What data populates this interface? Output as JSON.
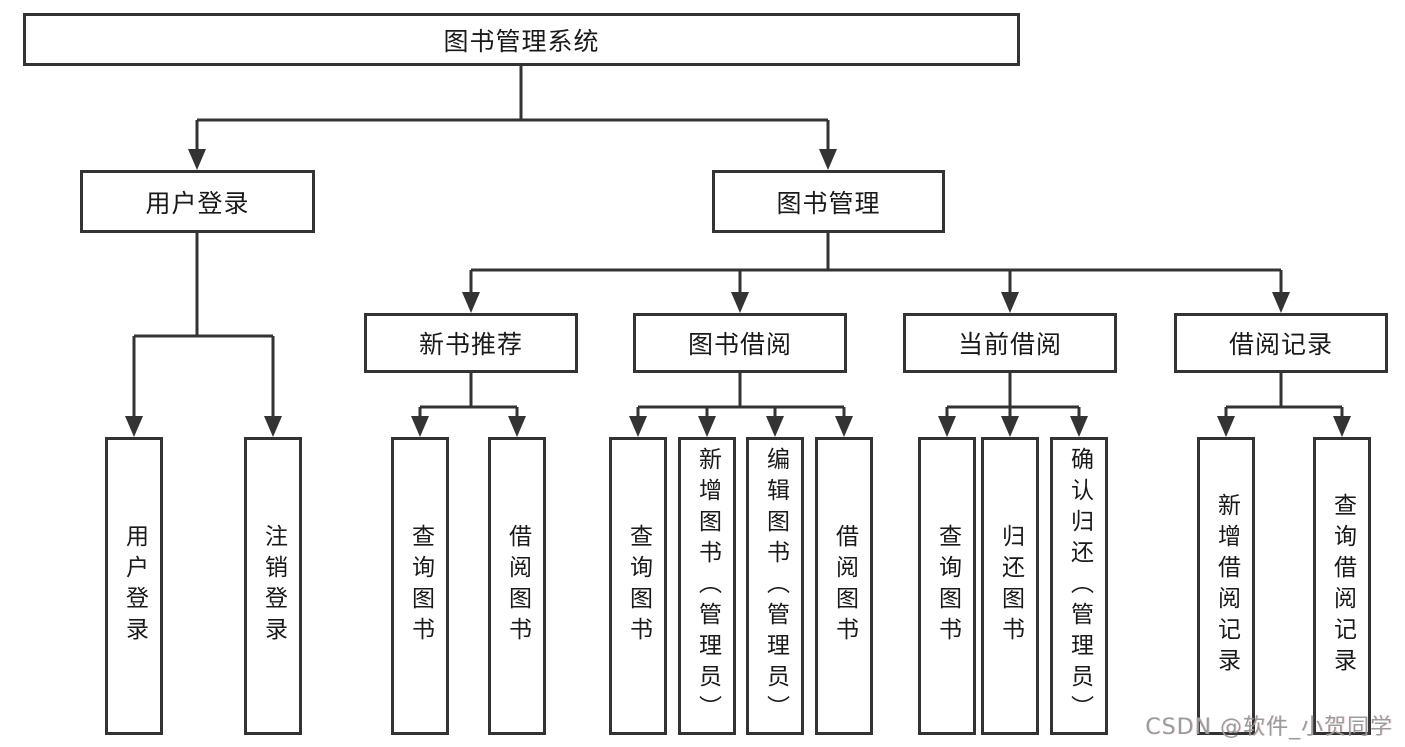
{
  "diagram": {
    "root": {
      "label": "图书管理系统"
    },
    "level2": [
      {
        "label": "用户登录"
      },
      {
        "label": "图书管理"
      }
    ],
    "level3": [
      {
        "label": "新书推荐"
      },
      {
        "label": "图书借阅"
      },
      {
        "label": "当前借阅"
      },
      {
        "label": "借阅记录"
      }
    ],
    "leaves": {
      "user_login": [
        "用户登录",
        "注销登录"
      ],
      "new_book": [
        "查询图书",
        "借阅图书"
      ],
      "book_borrow": [
        "查询图书",
        "新增图书（管理员）",
        "编辑图书（管理员）",
        "借阅图书"
      ],
      "current_borrow": [
        "查询图书",
        "归还图书",
        "确认归还（管理员）"
      ],
      "borrow_record": [
        "新增借阅记录",
        "查询借阅记录"
      ]
    }
  },
  "colors": {
    "line": "#333333",
    "text": "#1a1a1a",
    "background": "#ffffff",
    "watermark": "#9b9b9b"
  },
  "watermark": {
    "text": "CSDN @软件_小贺同学"
  }
}
